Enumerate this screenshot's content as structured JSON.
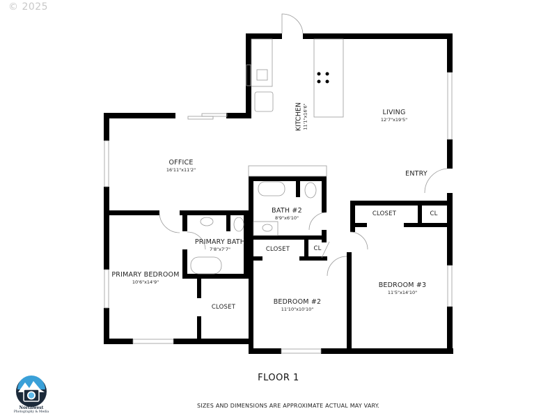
{
  "copyright": "© 2025",
  "floor_title": "FLOOR 1",
  "disclaimer": "SIZES AND DIMENSIONS ARE APPROXIMATE ACTUAL MAY VARY.",
  "logo": {
    "name": "Northwest",
    "subtitle": "Photography & Media",
    "icon": "camera-mountain-logo-icon",
    "colors": {
      "circle": "#1c2a3a",
      "sky": "#3aa0d8",
      "lens": "#5fb8e8"
    }
  },
  "rooms": [
    {
      "id": "kitchen",
      "name": "KITCHEN",
      "dimensions": "11'1\"x16'6\""
    },
    {
      "id": "living",
      "name": "LIVING",
      "dimensions": "12'7\"x19'5\""
    },
    {
      "id": "office",
      "name": "OFFICE",
      "dimensions": "16'11\"x11'2\""
    },
    {
      "id": "entry",
      "name": "ENTRY",
      "dimensions": ""
    },
    {
      "id": "bath2",
      "name": "BATH #2",
      "dimensions": "8'9\"x6'10\""
    },
    {
      "id": "closet_hall",
      "name": "CLOSET",
      "dimensions": ""
    },
    {
      "id": "cl_entry",
      "name": "CL",
      "dimensions": ""
    },
    {
      "id": "primary_bath",
      "name": "PRIMARY BATH",
      "dimensions": "7'8\"x7'7\""
    },
    {
      "id": "closet_bed2",
      "name": "CLOSET",
      "dimensions": ""
    },
    {
      "id": "cl_bed2",
      "name": "CL",
      "dimensions": ""
    },
    {
      "id": "primary_bedroom",
      "name": "PRIMARY BEDROOM",
      "dimensions": "10'6\"x14'9\""
    },
    {
      "id": "closet_primary",
      "name": "CLOSET",
      "dimensions": ""
    },
    {
      "id": "bedroom2",
      "name": "BEDROOM #2",
      "dimensions": "11'10\"x10'10\""
    },
    {
      "id": "bedroom3",
      "name": "BEDROOM #3",
      "dimensions": "11'5\"x14'10\""
    }
  ],
  "colors": {
    "wall": "#000000",
    "fixture": "#888888",
    "background": "#ffffff",
    "text": "#222222"
  }
}
